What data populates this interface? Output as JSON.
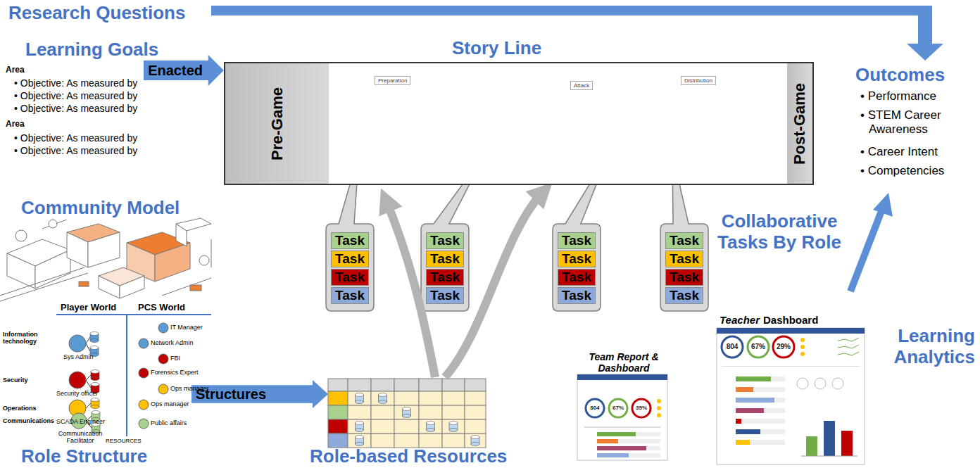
{
  "diagram": {
    "nodes": [
      {
        "text": [
          "Enacted"
        ]
      },
      {
        "text": [
          "Story Line"
        ]
      },
      {
        "text": [
          "Pre-Game"
        ],
        "in": 1
      },
      {
        "text": [
          "Preparation"
        ],
        "in": 1
      },
      {
        "text": [
          "Attack"
        ],
        "in": 1
      },
      {
        "text": [
          "Distribution"
        ],
        "in": 1
      },
      {
        "text": [
          "Post-Game"
        ],
        "in": 1
      },
      {
        "text": [
          "Structures"
        ]
      },
      {
        "text": [
          "Task"
        ]
      },
      {
        "text": [
          "Task"
        ]
      },
      {
        "text": [
          "Task"
        ]
      },
      {
        "text": [
          "Task"
        ]
      },
      {
        "text": [
          "Task"
        ]
      },
      {
        "text": [
          "Task"
        ]
      },
      {
        "text": [
          "Task"
        ]
      },
      {
        "text": [
          "Task"
        ]
      },
      {
        "text": [
          "Task"
        ]
      },
      {
        "text": [
          "Task"
        ]
      },
      {
        "text": [
          "Task"
        ]
      },
      {
        "text": [
          "Task"
        ]
      },
      {
        "text": [
          "Task"
        ]
      },
      {
        "text": [
          "Task"
        ]
      },
      {
        "text": [
          "Task"
        ]
      },
      {
        "text": [
          "Task"
        ]
      }
    ],
    "labels": [
      "Research Questions",
      "Learning Goals",
      "Area",
      "• Objective: As measured by",
      "• Objective: As measured by",
      "• Objective: As measured by",
      "Area",
      "• Objective: As measured by",
      "• Objective: As measured by",
      "Outcomes",
      "• Performance",
      "• STEM Career Awareness",
      "• Career Intent",
      "• Competencies",
      "Community Model",
      "Player World",
      "PCS World",
      "Information technology",
      "Security",
      "Operations",
      "Communications",
      "Sys Admin",
      "Security officer",
      "SCADA Engineer",
      "Communication Facilitator",
      "RESOURCES",
      "IT Manager",
      "Network Admin",
      "FBI",
      "Forensics Expert",
      "Ops manager",
      "Ops manager",
      "Public affairs",
      "Role Structure",
      "Role-based Resources",
      "Collaborative Tasks By Role",
      "Team Report & Dashboard",
      "804",
      "67%",
      "39%",
      "Teacher",
      "Dashboard",
      "804",
      "67%",
      "29%",
      "Learning Analytics"
    ]
  }
}
